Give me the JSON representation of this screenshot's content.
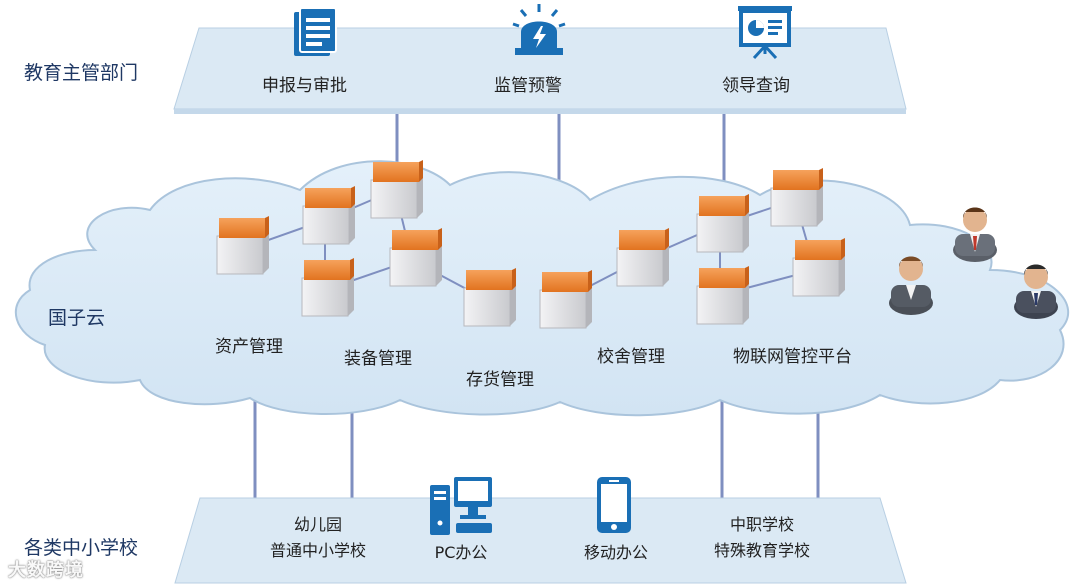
{
  "top": {
    "title": "教育主管部门",
    "items": [
      "申报与审批",
      "监管预警",
      "领导查询"
    ]
  },
  "cloud": {
    "title": "国子云",
    "modules": [
      "资产管理",
      "装备管理",
      "存货管理",
      "校舍管理",
      "物联网管控平台"
    ]
  },
  "bottom": {
    "title": "各类中小学校",
    "items": [
      {
        "line1": "幼儿园",
        "line2": "普通中小学校"
      },
      {
        "line1": "PC办公"
      },
      {
        "line1": "移动办公"
      },
      {
        "line1": "中职学校",
        "line2": "特殊教育学校"
      }
    ]
  },
  "watermark": "大数跨境",
  "colors": {
    "platform": "#dbe9f4",
    "platform_edge": "#b8cfe3",
    "cloud": "#dcebf7",
    "cloud_edge": "#aac4dc",
    "connector": "#7f8fc0",
    "icon_blue": "#1a6fb5",
    "server_top": "#f08a3a",
    "server_body": "#e9e9ec"
  }
}
